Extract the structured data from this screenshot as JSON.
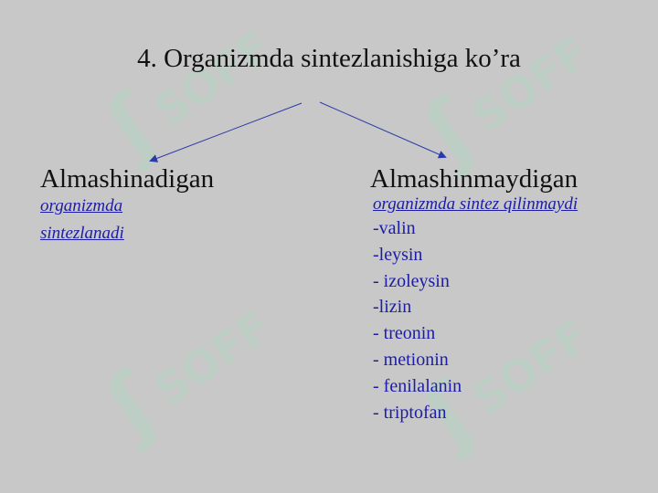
{
  "title": "4. Organizmda sintezlanishiga ko’ra",
  "left": {
    "heading": "Almashinadigan",
    "note_lines": [
      "organizmda ",
      "sintezlanadi"
    ]
  },
  "right": {
    "heading": "Almashinmaydigan",
    "note": "organizmda sintez qilinmaydi",
    "items": [
      "-valin",
      "-leysin",
      "- izoleysin",
      "-lizin",
      "- treonin",
      "- metionin",
      "- fenilalanin",
      "- triptofan"
    ]
  },
  "colors": {
    "background": "#c8c8c8",
    "text": "#111111",
    "accent_blue": "#1c1ca8",
    "arrow": "#2b3aa8",
    "watermark": "#a9dcc2"
  },
  "watermark_text": "SOFF"
}
